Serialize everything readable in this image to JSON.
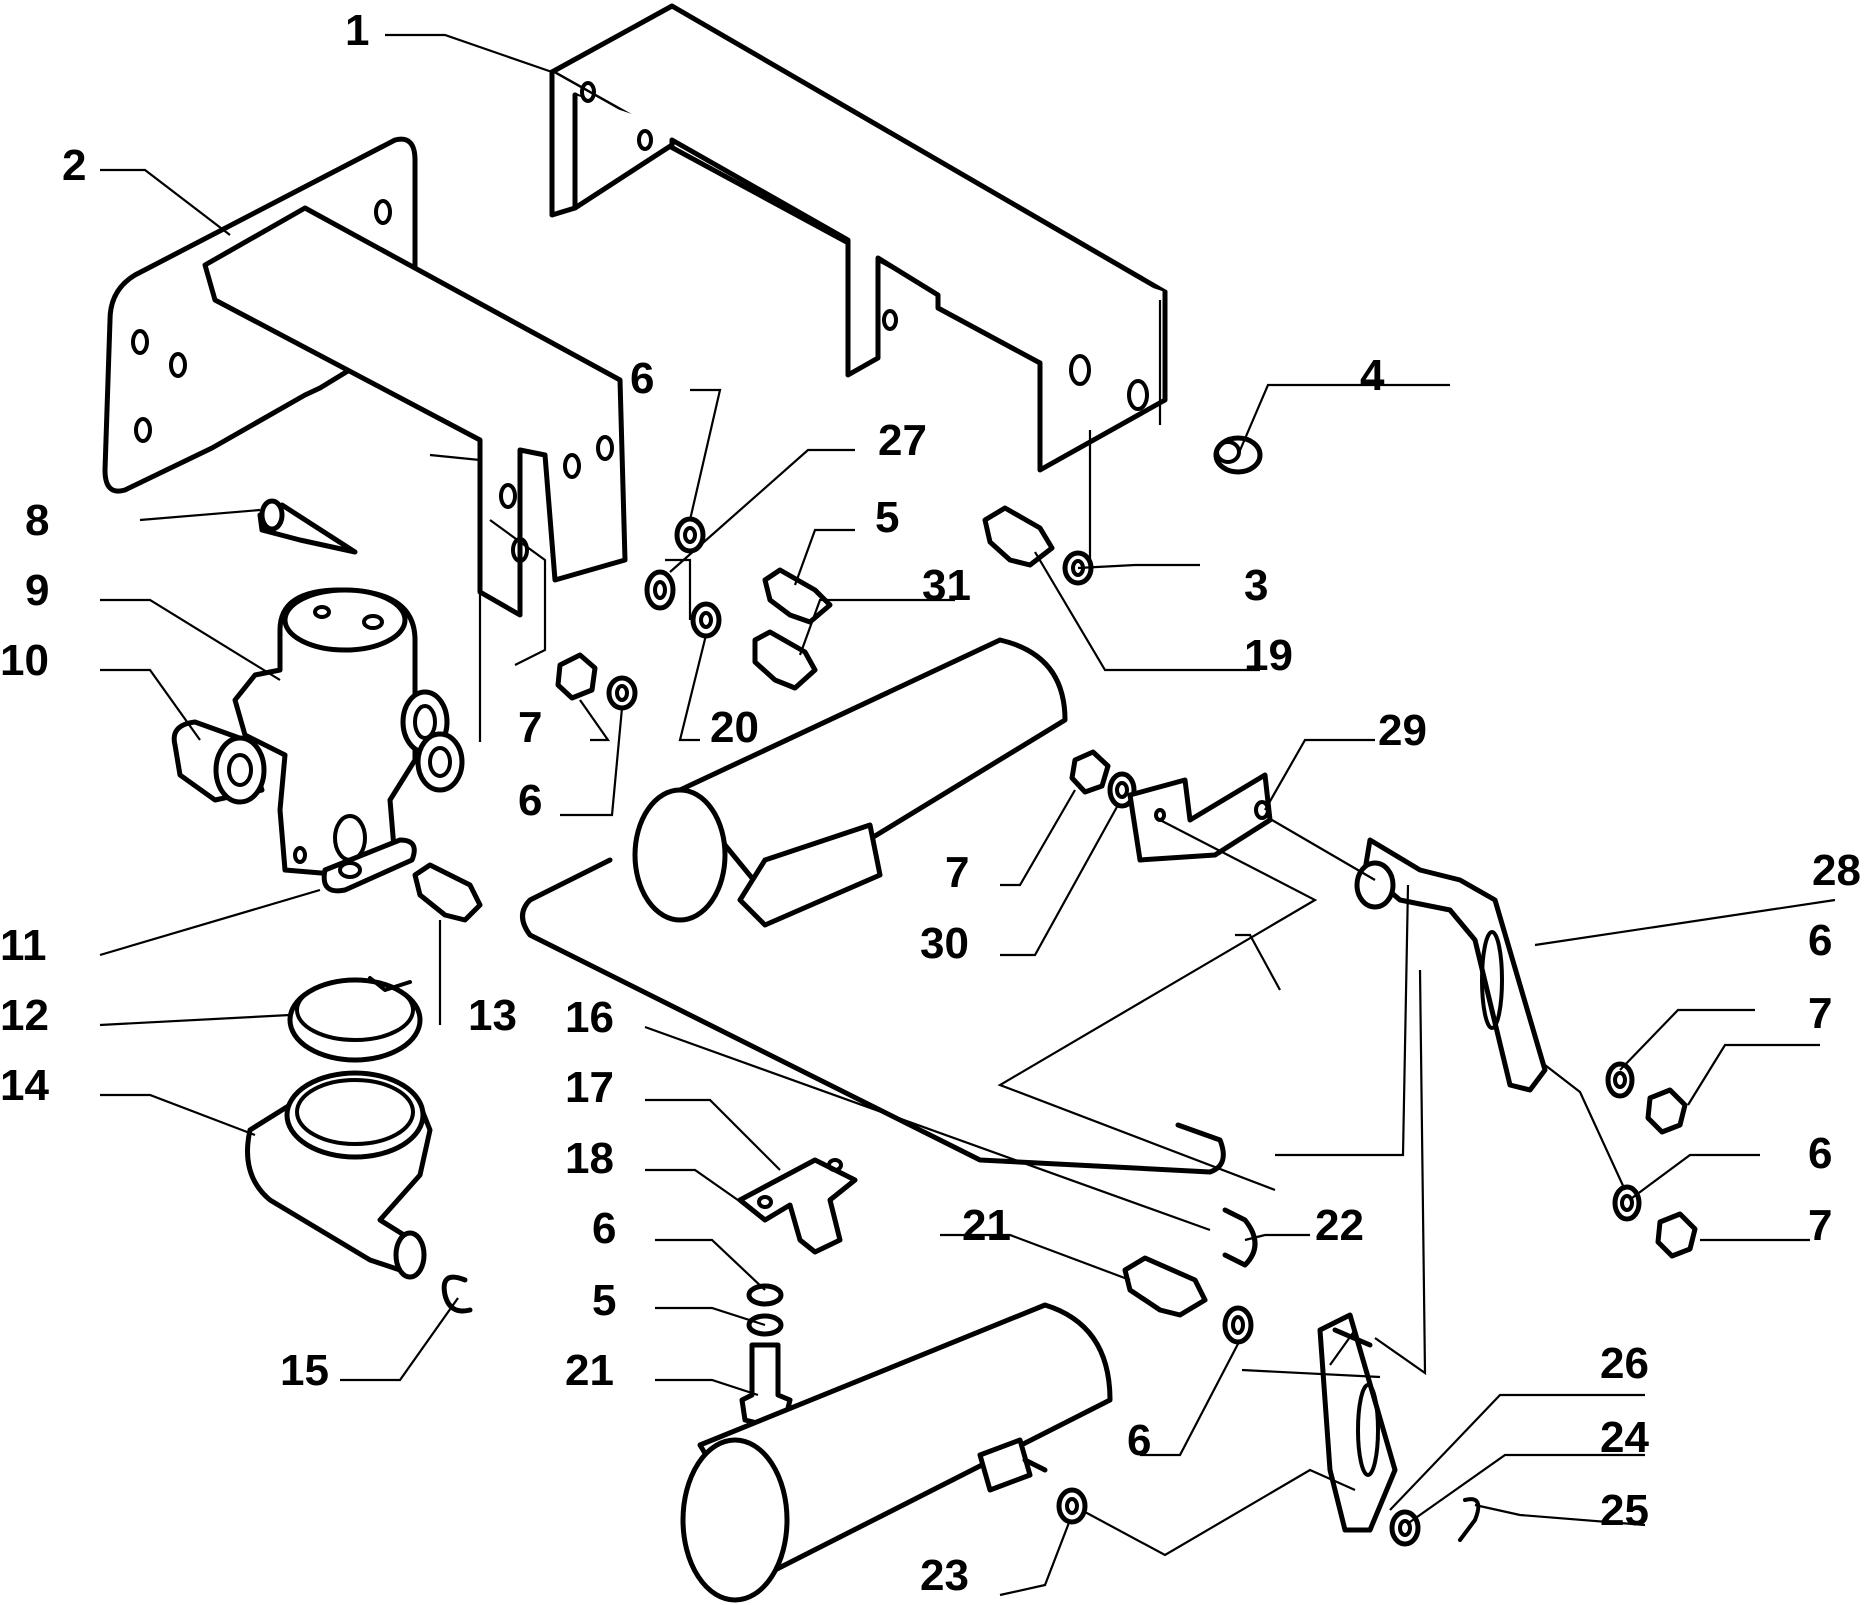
{
  "callouts": [
    {
      "id": "c1",
      "label": "1"
    },
    {
      "id": "c2",
      "label": "2"
    },
    {
      "id": "c3",
      "label": "3"
    },
    {
      "id": "c4",
      "label": "4"
    },
    {
      "id": "c5a",
      "label": "5"
    },
    {
      "id": "c5b",
      "label": "5"
    },
    {
      "id": "c6a",
      "label": "6"
    },
    {
      "id": "c6b",
      "label": "6"
    },
    {
      "id": "c6c",
      "label": "6"
    },
    {
      "id": "c6d",
      "label": "6"
    },
    {
      "id": "c6e",
      "label": "6"
    },
    {
      "id": "c6f",
      "label": "6"
    },
    {
      "id": "c7a",
      "label": "7"
    },
    {
      "id": "c7b",
      "label": "7"
    },
    {
      "id": "c7c",
      "label": "7"
    },
    {
      "id": "c7d",
      "label": "7"
    },
    {
      "id": "c8",
      "label": "8"
    },
    {
      "id": "c9",
      "label": "9"
    },
    {
      "id": "c10",
      "label": "10"
    },
    {
      "id": "c11",
      "label": "11"
    },
    {
      "id": "c12",
      "label": "12"
    },
    {
      "id": "c13",
      "label": "13"
    },
    {
      "id": "c14",
      "label": "14"
    },
    {
      "id": "c15",
      "label": "15"
    },
    {
      "id": "c16",
      "label": "16"
    },
    {
      "id": "c17",
      "label": "17"
    },
    {
      "id": "c18",
      "label": "18"
    },
    {
      "id": "c19",
      "label": "19"
    },
    {
      "id": "c20",
      "label": "20"
    },
    {
      "id": "c21a",
      "label": "21"
    },
    {
      "id": "c21b",
      "label": "21"
    },
    {
      "id": "c22",
      "label": "22"
    },
    {
      "id": "c23",
      "label": "23"
    },
    {
      "id": "c24",
      "label": "24"
    },
    {
      "id": "c25",
      "label": "25"
    },
    {
      "id": "c26",
      "label": "26"
    },
    {
      "id": "c27",
      "label": "27"
    },
    {
      "id": "c28",
      "label": "28"
    },
    {
      "id": "c29",
      "label": "29"
    },
    {
      "id": "c30",
      "label": "30"
    },
    {
      "id": "c31",
      "label": "31"
    }
  ]
}
